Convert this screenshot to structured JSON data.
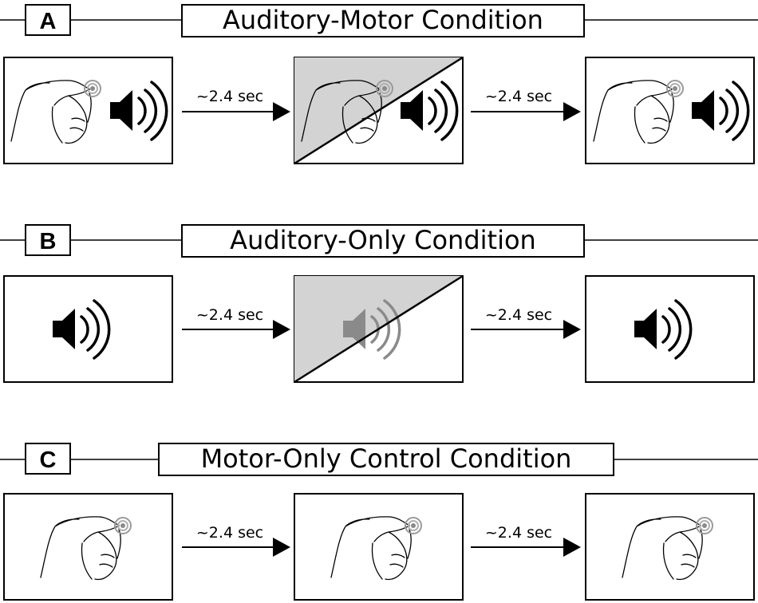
{
  "panels": [
    {
      "id": "A",
      "letter": "A",
      "title": "Auditory-Motor Condition",
      "frames": [
        {
          "hand": true,
          "speaker": "black",
          "shaded": false
        },
        {
          "hand": true,
          "speaker": "black",
          "shaded": true
        },
        {
          "hand": true,
          "speaker": "black",
          "shaded": false
        }
      ],
      "arrows": [
        "~2.4 sec",
        "~2.4 sec"
      ]
    },
    {
      "id": "B",
      "letter": "B",
      "title": "Auditory-Only Condition",
      "frames": [
        {
          "hand": false,
          "speaker": "black",
          "shaded": false
        },
        {
          "hand": false,
          "speaker": "faded",
          "shaded": true
        },
        {
          "hand": false,
          "speaker": "black",
          "shaded": false
        }
      ],
      "arrows": [
        "~2.4 sec",
        "~2.4 sec"
      ]
    },
    {
      "id": "C",
      "letter": "C",
      "title": "Motor-Only Control Condition",
      "frames": [
        {
          "hand": true,
          "speaker": "none",
          "shaded": false
        },
        {
          "hand": true,
          "speaker": "none",
          "shaded": false
        },
        {
          "hand": true,
          "speaker": "none",
          "shaded": false
        }
      ],
      "arrows": [
        "~2.4 sec",
        "~2.4 sec"
      ]
    }
  ],
  "colors": {
    "stroke": "#000000",
    "shade": "#d3d3d3",
    "faded_speaker": "#8a8a8a",
    "target_ring": "#9a9a9a"
  },
  "icons": [
    "finger-tap-hand-icon",
    "speaker-icon",
    "target-ring-icon",
    "arrow-right-icon"
  ]
}
